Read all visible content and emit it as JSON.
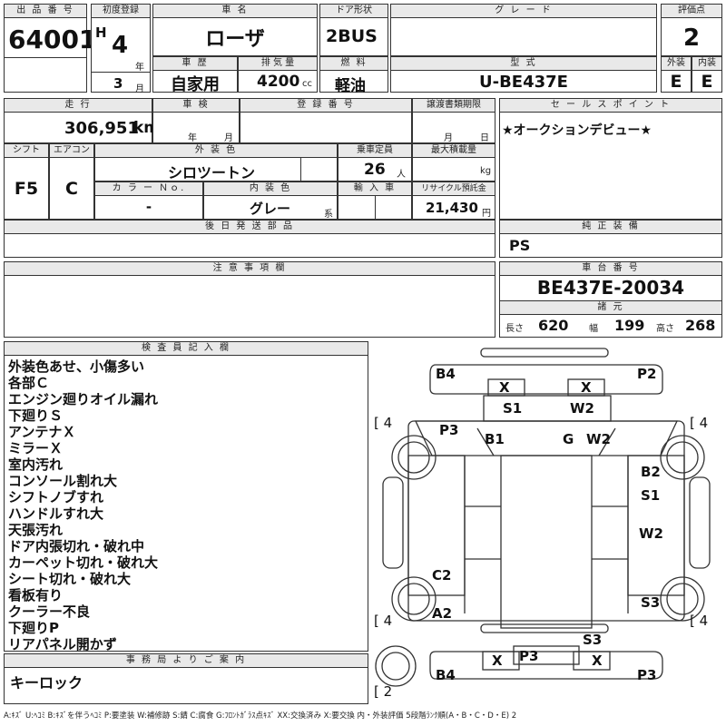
{
  "header": {
    "lot_label": "出 品 番 号",
    "lot_number": "64001",
    "first_reg_label": "初度登録",
    "era": "H",
    "year": "4",
    "year_unit": "年",
    "month": "3",
    "month_unit": "月",
    "name_label": "車 名",
    "car_name": "ローザ",
    "door_label": "ドア形状",
    "door_type": "2BUS",
    "grade_label": "グ レ ー ド",
    "grade_value": "",
    "score_label": "評価点",
    "score": "2",
    "history_label": "車 歴",
    "history": "自家用",
    "displacement_label": "排 気 量",
    "displacement": "4200",
    "displacement_unit": "cc",
    "fuel_label": "燃 料",
    "fuel": "軽油",
    "model_label": "型 式",
    "model": "U-BE437E",
    "exterior_label": "外装",
    "exterior": "E",
    "interior_label": "内装",
    "interior": "E"
  },
  "row2": {
    "mileage_label": "走 行",
    "mileage": "306,951",
    "mileage_unit": "km",
    "inspection_label": "車 検",
    "inspection_year_unit": "年",
    "inspection_month_unit": "月",
    "registration_label": "登 録 番 号",
    "registration_value": "",
    "transfer_label": "譲渡書類期限",
    "transfer_month_unit": "月",
    "transfer_day_unit": "日",
    "sales_label": "セ ー ル ス ポ イ ン ト",
    "sales_point": "★オークションデビュー★"
  },
  "row3": {
    "shift_label": "シフト",
    "shift": "F5",
    "ac_label": "エアコン",
    "ac": "C",
    "color_label": "外 装 色",
    "color": "シロツートン",
    "capacity_label": "乗車定員",
    "capacity": "26",
    "capacity_unit": "人",
    "load_label": "最大積載量",
    "load_unit": "kg",
    "color_no_label": "カ ラ ー Ｎｏ.",
    "color_no": "-",
    "int_color_label": "内 装 色",
    "int_color": "グレー",
    "int_color_suffix": "系",
    "import_label": "輸 入 車",
    "recycle_label": "リサイクル預託金",
    "recycle": "21,430",
    "recycle_unit": "円"
  },
  "later_parts_label": "後 日 発 送 部 品",
  "genuine_label": "純 正 装 備",
  "genuine_equipment": "PS",
  "caution_label": "注 意 事 項 欄",
  "chassis_label": "車 台 番 号",
  "chassis_number": "BE437E-20034",
  "specs_label": "諸 元",
  "length_label": "長さ",
  "length": "620",
  "width_label": "幅",
  "width": "199",
  "height_label": "高さ",
  "height": "268",
  "inspector_label": "検 査 員 記 入 欄",
  "inspector_notes": [
    "外装色あせ、小傷多い",
    "各部Ｃ",
    "エンジン廻りオイル漏れ",
    "下廻りＳ",
    "アンテナＸ",
    "ミラーＸ",
    "室内汚れ",
    "コンソール割れ大",
    "シフトノブすれ",
    "ハンドルすれ大",
    "天張汚れ",
    "ドア内張切れ・破れ中",
    "カーペット切れ・破れ大",
    "シート切れ・破れ大",
    "看板有り",
    "クーラー不良",
    "下廻りP",
    "リアパネル開かず"
  ],
  "office_label": "事 務 局 よ り ご 案 内",
  "office_note": "キーロック",
  "legend": "A:ｷｽﾞ U:ﾍｺﾐ B:ｷｽﾞを伴うﾍｺﾐ P:要塗装 W:補修跡 S:錆 C:腐食 G:ﾌﾛﾝﾄｶﾞﾗｽ点ｷｽﾞ XX:交換済み X:要交換 内・外装評価 5段階ﾗﾝｸ順(A・B・C・D・E) 2",
  "diagram": {
    "front_left": "B4",
    "front_right": "P2",
    "front_x1": "X",
    "front_x2": "X",
    "front_s1": "S1",
    "front_w2": "W2",
    "hood_p3": "P3",
    "pillar_b1": "B1",
    "glass_g": "G",
    "pillar_w2": "W2",
    "right_b2": "B2",
    "right_s1": "S1",
    "right_w2": "W2",
    "right_s3": "S3",
    "left_c2": "C2",
    "left_a2": "A2",
    "rear_s3": "S3",
    "rear_p3": "P3",
    "rear_x1": "X",
    "rear_x2": "X",
    "rear_left": "B4",
    "rear_right": "P3",
    "tire_fl": "[ 4",
    "tire_fr": "[ 4",
    "tire_rl": "[ 4",
    "tire_rr": "[ 4",
    "spare": "[ 2"
  }
}
